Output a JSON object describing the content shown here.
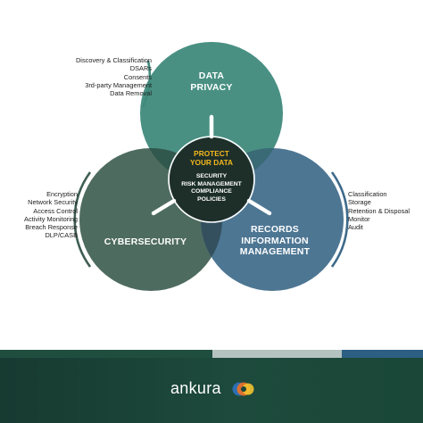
{
  "circles": {
    "data_privacy": {
      "title": [
        "DATA",
        "PRIVACY"
      ],
      "color": "#3f8a7c",
      "items": [
        "Discovery & Classification",
        "DSARs",
        "Consents",
        "3rd-party Management",
        "Data Removal"
      ]
    },
    "cybersecurity": {
      "title": [
        "CYBERSECURITY"
      ],
      "color": "#3f5e53",
      "items": [
        "Encryption",
        "Network Security",
        "Access Control",
        "Activity Monitoring",
        "Breach Response",
        "DLP/CASB"
      ]
    },
    "records": {
      "title": [
        "RECORDS",
        "INFORMATION",
        "MANAGEMENT"
      ],
      "color": "#3e6a8a",
      "items": [
        "Classification",
        "Storage",
        "Retention & Disposal",
        "Monitor",
        "Audit"
      ]
    }
  },
  "center": {
    "heading": [
      "PROTECT",
      "YOUR DATA"
    ],
    "items": [
      "SECURITY",
      "RISK MANAGEMENT",
      "COMPLIANCE",
      "POLICIES"
    ],
    "heading_color": "#f3b81c",
    "fill": "#1e2f2a"
  },
  "accent_band": [
    "#1f4e3f",
    "#b5c3c0",
    "#2d5f83"
  ],
  "footer": {
    "brand": "ankura",
    "background": "#1b4539",
    "logo_colors": [
      "#2d6fb3",
      "#e5702a",
      "#f2c230"
    ]
  }
}
